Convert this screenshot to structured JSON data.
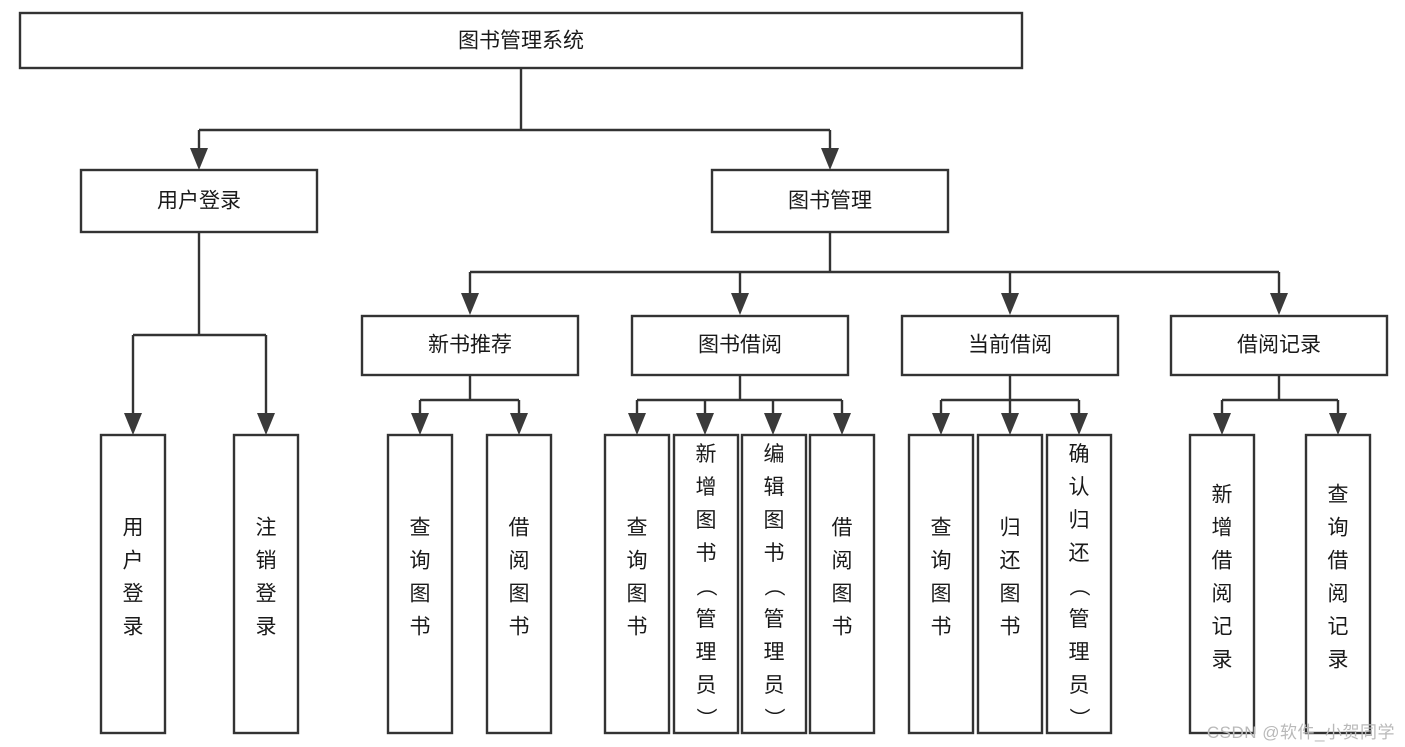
{
  "diagram": {
    "type": "tree-hierarchy",
    "title": "图书管理系统",
    "watermark": "CSDN @软件_小贺同学",
    "colors": {
      "box_fill": "#ffffff",
      "box_stroke": "#333333",
      "text": "#1a1a1a",
      "arrow": "#3a3a3a",
      "watermark": "#b9b9b9",
      "background": "#ffffff"
    },
    "levels": {
      "level0": [
        {
          "id": "root",
          "label": "图书管理系统",
          "orientation": "horizontal"
        }
      ],
      "level1": [
        {
          "id": "user-login",
          "label": "用户登录",
          "orientation": "horizontal"
        },
        {
          "id": "book-manage",
          "label": "图书管理",
          "orientation": "horizontal"
        }
      ],
      "level2": [
        {
          "id": "new-book-rec",
          "label": "新书推荐",
          "orientation": "horizontal"
        },
        {
          "id": "book-borrow",
          "label": "图书借阅",
          "orientation": "horizontal"
        },
        {
          "id": "current-borrow",
          "label": "当前借阅",
          "orientation": "horizontal"
        },
        {
          "id": "borrow-record",
          "label": "借阅记录",
          "orientation": "horizontal"
        }
      ],
      "level3": [
        {
          "id": "leaf-user-login",
          "label": "用户登录",
          "orientation": "vertical",
          "parent": "user-login"
        },
        {
          "id": "leaf-user-logout",
          "label": "注销登录",
          "orientation": "vertical",
          "parent": "user-login"
        },
        {
          "id": "leaf-query-book-1",
          "label": "查询图书",
          "orientation": "vertical",
          "parent": "new-book-rec"
        },
        {
          "id": "leaf-borrow-book-1",
          "label": "借阅图书",
          "orientation": "vertical",
          "parent": "new-book-rec"
        },
        {
          "id": "leaf-query-book-2",
          "label": "查询图书",
          "orientation": "vertical",
          "parent": "book-borrow"
        },
        {
          "id": "leaf-add-book",
          "label": "新增图书（管理员）",
          "orientation": "vertical",
          "parent": "book-borrow"
        },
        {
          "id": "leaf-edit-book",
          "label": "编辑图书（管理员）",
          "orientation": "vertical",
          "parent": "book-borrow"
        },
        {
          "id": "leaf-borrow-book-2",
          "label": "借阅图书",
          "orientation": "vertical",
          "parent": "book-borrow"
        },
        {
          "id": "leaf-query-book-3",
          "label": "查询图书",
          "orientation": "vertical",
          "parent": "current-borrow"
        },
        {
          "id": "leaf-return-book",
          "label": "归还图书",
          "orientation": "vertical",
          "parent": "current-borrow"
        },
        {
          "id": "leaf-confirm-return",
          "label": "确认归还（管理员）",
          "orientation": "vertical",
          "parent": "current-borrow"
        },
        {
          "id": "leaf-add-record",
          "label": "新增借阅记录",
          "orientation": "vertical",
          "parent": "borrow-record"
        },
        {
          "id": "leaf-query-record",
          "label": "查询借阅记录",
          "orientation": "vertical",
          "parent": "borrow-record"
        }
      ]
    }
  }
}
